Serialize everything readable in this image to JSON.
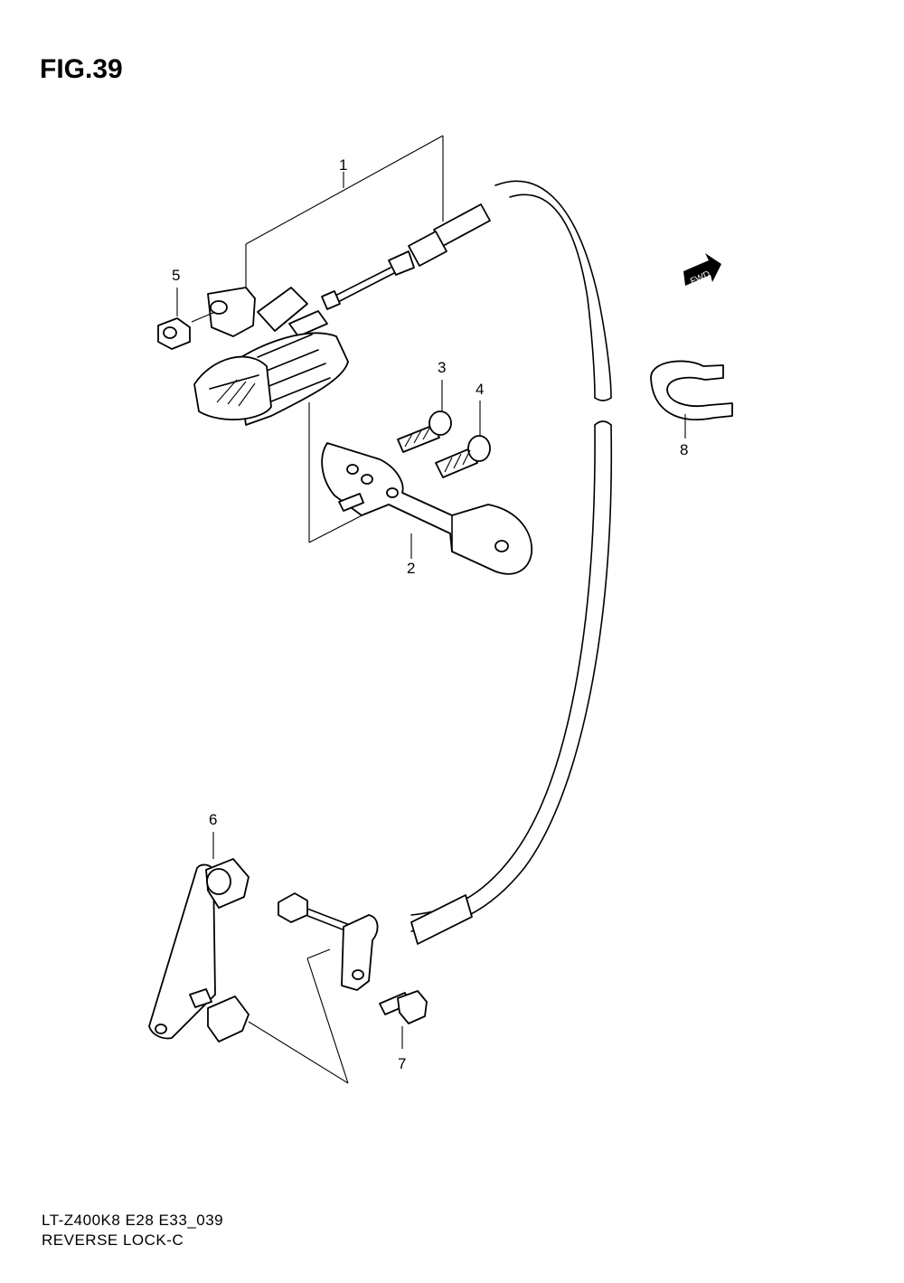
{
  "header": {
    "title": "FIG.39"
  },
  "footer": {
    "code": "LT-Z400K8 E28 E33_039",
    "name": "REVERSE LOCK-C"
  },
  "fwd_label": "FWD",
  "callouts": [
    {
      "id": "1",
      "label": "1"
    },
    {
      "id": "2",
      "label": "2"
    },
    {
      "id": "3",
      "label": "3"
    },
    {
      "id": "4",
      "label": "4"
    },
    {
      "id": "5",
      "label": "5"
    },
    {
      "id": "6",
      "label": "6"
    },
    {
      "id": "7",
      "label": "7"
    },
    {
      "id": "8",
      "label": "8"
    }
  ]
}
